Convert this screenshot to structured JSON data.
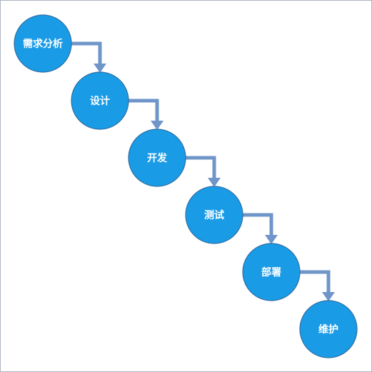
{
  "diagram": {
    "type": "waterfall-process",
    "steps": [
      {
        "label": "需求分析"
      },
      {
        "label": "设计"
      },
      {
        "label": "开发"
      },
      {
        "label": "测试"
      },
      {
        "label": "部署"
      },
      {
        "label": "维护"
      }
    ],
    "colors": {
      "node_fill": "#1a9be6",
      "node_stroke": "#2f6fa5",
      "arrow": "#6f95c9",
      "label": "#ffffff",
      "frame_border": "#aeb6c2"
    }
  }
}
